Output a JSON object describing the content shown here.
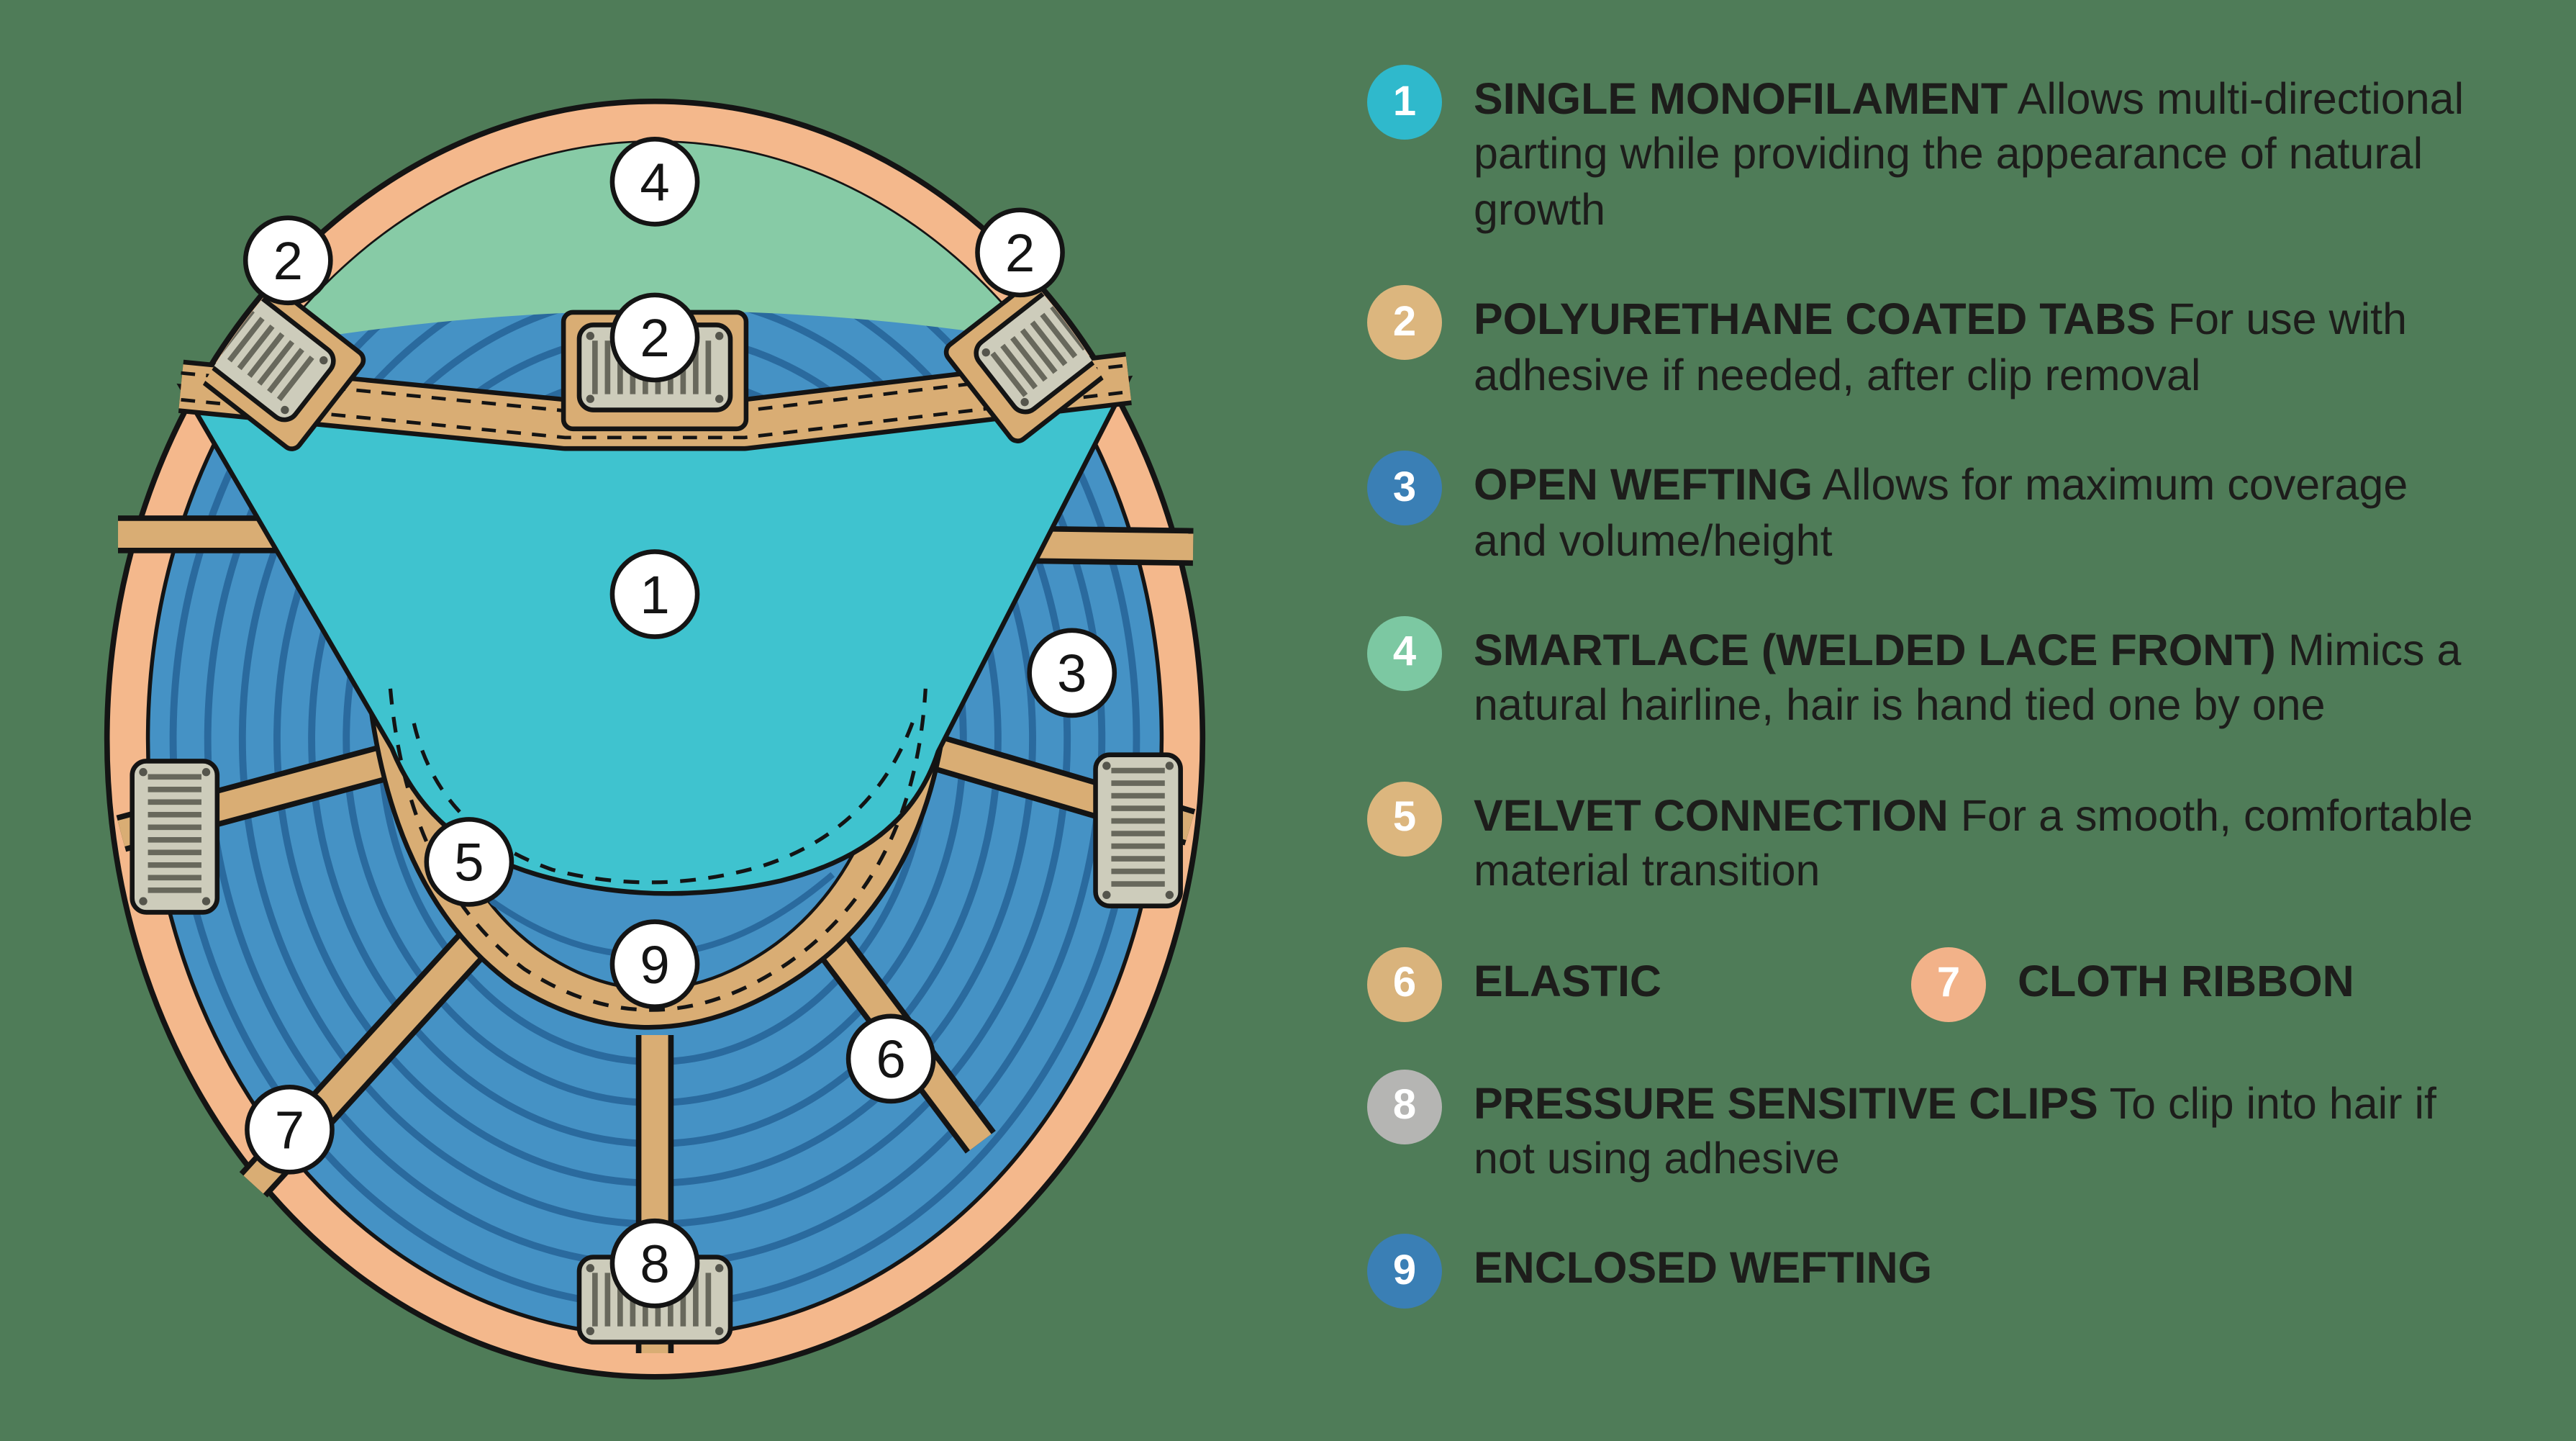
{
  "canvas": {
    "background": "#4f7c58"
  },
  "diagram": {
    "markers": [
      "1",
      "2",
      "2",
      "2",
      "3",
      "4",
      "5",
      "6",
      "7",
      "8",
      "9"
    ],
    "colors": {
      "ring": "#f4b88c",
      "weft": "#4592c5",
      "weft_line": "#2a6a9e",
      "ribbon": "#d9ad74",
      "lace": "#87cba6",
      "monofilament": "#3fc3cf",
      "outline": "#141414",
      "badge": "#ffffff"
    }
  },
  "legend": {
    "items": [
      {
        "num": "1",
        "color": "#2fb9cc",
        "title": "SINGLE MONOFILAMENT",
        "desc": "Allows multi-directional parting while providing the appearance of natural growth"
      },
      {
        "num": "2",
        "color": "#dcb67e",
        "title": "POLYURETHANE COATED TABS",
        "desc": "For use with adhesive if needed, after clip removal"
      },
      {
        "num": "3",
        "color": "#3a7fb5",
        "title": "OPEN WEFTING",
        "desc": "Allows for maximum coverage and volume/height"
      },
      {
        "num": "4",
        "color": "#7cc8a2",
        "title": "SMARTLACE (WELDED LACE FRONT)",
        "desc": "Mimics a natural hairline, hair is hand tied one by one"
      },
      {
        "num": "5",
        "color": "#dcb67e",
        "title": "VELVET CONNECTION",
        "desc": "For a smooth, comfortable material transition"
      },
      {
        "num": "6",
        "color": "#d9b37c",
        "title": "ELASTIC",
        "desc": ""
      },
      {
        "num": "7",
        "color": "#f2b289",
        "title": "CLOTH RIBBON",
        "desc": ""
      },
      {
        "num": "8",
        "color": "#b5b5b3",
        "title": "PRESSURE SENSITIVE CLIPS",
        "desc": "To clip into hair if not using adhesive"
      },
      {
        "num": "9",
        "color": "#3a7fb5",
        "title": "ENCLOSED WEFTING",
        "desc": ""
      }
    ]
  }
}
